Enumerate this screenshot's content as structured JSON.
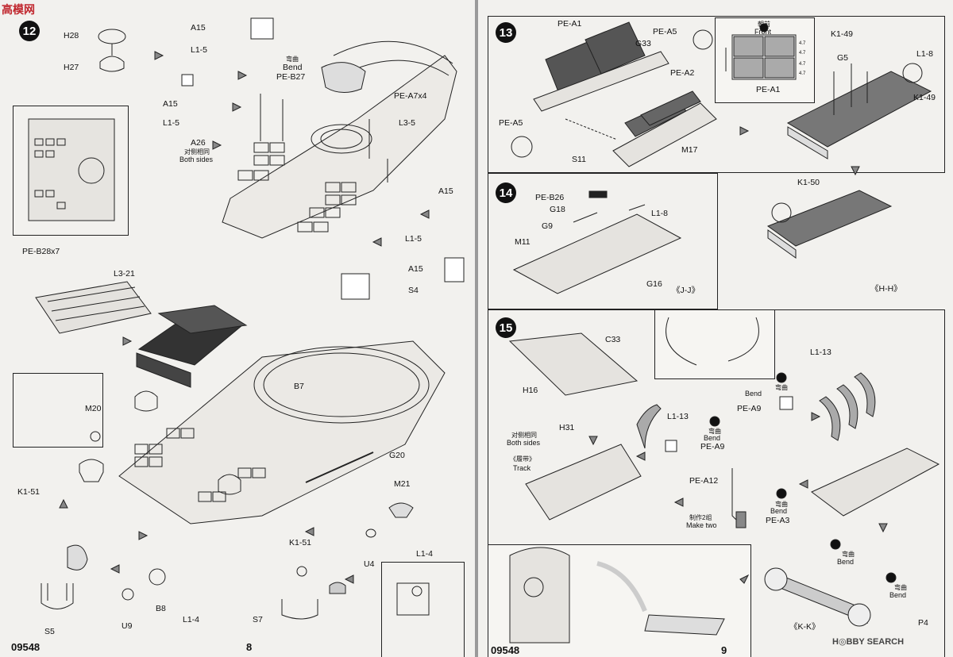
{
  "left_page": {
    "doc_code": "09548",
    "page_number": "8",
    "step": "12",
    "labels": {
      "h28": "H28",
      "h27": "H27",
      "a15_a": "A15",
      "l15_a": "L1-5",
      "bend_cn": "弯曲",
      "bend_en": "Bend",
      "peb27": "PE-B27",
      "a15_b": "A15",
      "l15_b": "L1-5",
      "pea7": "PE-A7x4",
      "l35": "L3-5",
      "a26": "A26",
      "both_cn": "对侧相同",
      "both_en": "Both sides",
      "a15_c": "A15",
      "l15_c": "L1-5",
      "peb28": "PE-B28x7",
      "l321": "L3-21",
      "a15_d": "A15",
      "s4": "S4",
      "b7": "B7",
      "g20": "G20",
      "m20": "M20",
      "k151_a": "K1-51",
      "m21": "M21",
      "u4": "U4",
      "l14_a": "L1-4",
      "k151_b": "K1-51",
      "s7": "S7",
      "s5": "S5",
      "u9": "U9",
      "b8": "B8",
      "l14_b": "L1-4"
    }
  },
  "right_page": {
    "doc_code": "09548",
    "page_number": "9",
    "step13": {
      "number": "13",
      "labels": {
        "pea1": "PE-A1",
        "pea5_top": "PE-A5",
        "g33": "G33",
        "pea2": "PE-A2",
        "pea5_left": "PE-A5",
        "s11": "S11",
        "m17": "M17",
        "front_cn": "朝前",
        "front_en": "Front",
        "pea1_box": "PE-A1",
        "dims": [
          "4.7",
          "4.7",
          "4.7",
          "4.7"
        ],
        "k149_top": "K1-49",
        "g5": "G5",
        "l18": "L1-8",
        "k149_right": "K1-49",
        "k150": "K1-50",
        "hh": "《H-H》"
      }
    },
    "step14": {
      "number": "14",
      "labels": {
        "peb26": "PE-B26",
        "g18": "G18",
        "l18": "L1-8",
        "g9": "G9",
        "m11": "M11",
        "g16": "G16",
        "jj": "《J-J》"
      }
    },
    "step15": {
      "number": "15",
      "labels": {
        "c33": "C33",
        "h16": "H16",
        "l113_a": "L1-13",
        "both_cn": "对侧相同",
        "both_en": "Both sides",
        "h31": "H31",
        "track_cn": "《履带》",
        "track_en": "Track",
        "bend_cn_a": "弯曲",
        "bend_en_a": "Bend",
        "pea9_a": "PE-A9",
        "pea12": "PE-A12",
        "make_cn": "制作2组",
        "make_en": "Make two",
        "bend_cn_b": "弯曲",
        "bend_en_b": "Bend",
        "pea3": "PE-A3",
        "l113_b": "L1-13",
        "bend_cn_c": "弯曲",
        "bend_en_c": "Bend",
        "pea9_b": "PE-A9",
        "bend_cn_d": "弯曲",
        "bend_en_d": "Bend",
        "bend_cn_e": "弯曲",
        "bend_en_e": "Bend",
        "kk": "《K-K》",
        "p4": "P4"
      }
    },
    "watermark": "H◎BBY SEARCH"
  },
  "site_logo": "高模网"
}
